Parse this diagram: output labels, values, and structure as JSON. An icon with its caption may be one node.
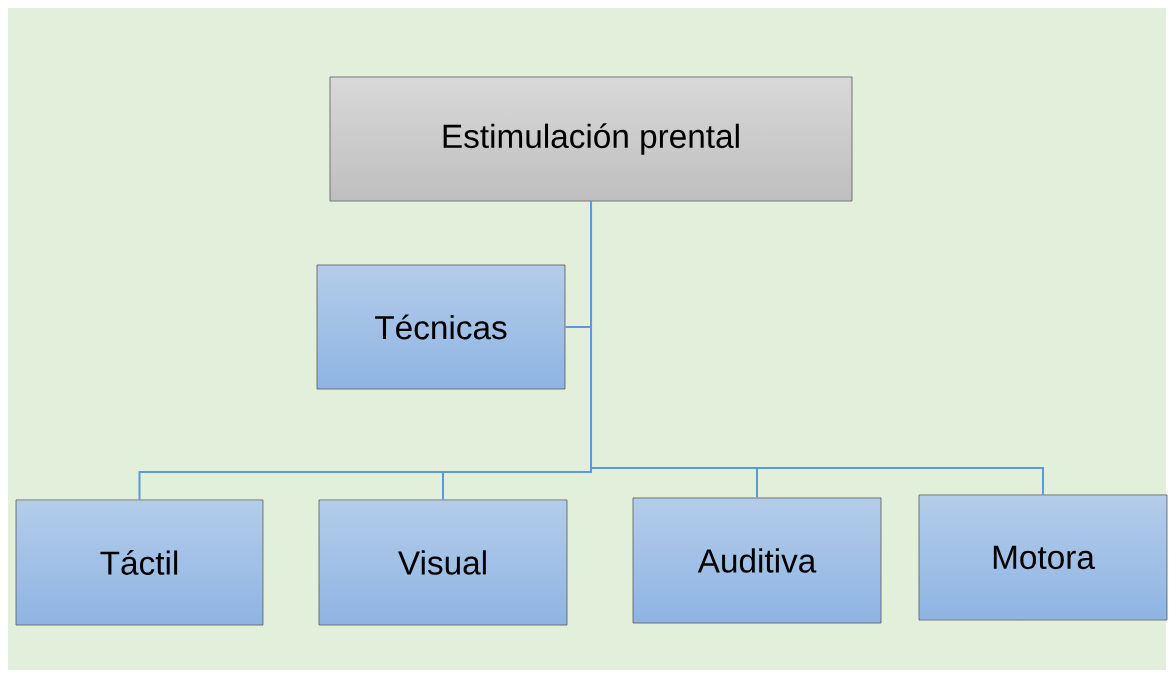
{
  "diagram": {
    "nodes": [
      {
        "text": [
          "Estimulación prental"
        ]
      },
      {
        "text": [
          "Técnicas"
        ]
      },
      {
        "text": [
          "Táctil"
        ]
      },
      {
        "text": [
          "Visual"
        ]
      },
      {
        "text": [
          "Auditiva"
        ]
      },
      {
        "text": [
          "Motora"
        ]
      }
    ],
    "edges": [
      {
        "from": 0,
        "to": 1,
        "arrow": "none"
      },
      {
        "from": 0,
        "to": 2,
        "arrow": "none"
      },
      {
        "from": 0,
        "to": 3,
        "arrow": "none"
      },
      {
        "from": 0,
        "to": 4,
        "arrow": "none"
      },
      {
        "from": 0,
        "to": 5,
        "arrow": "none"
      }
    ]
  }
}
